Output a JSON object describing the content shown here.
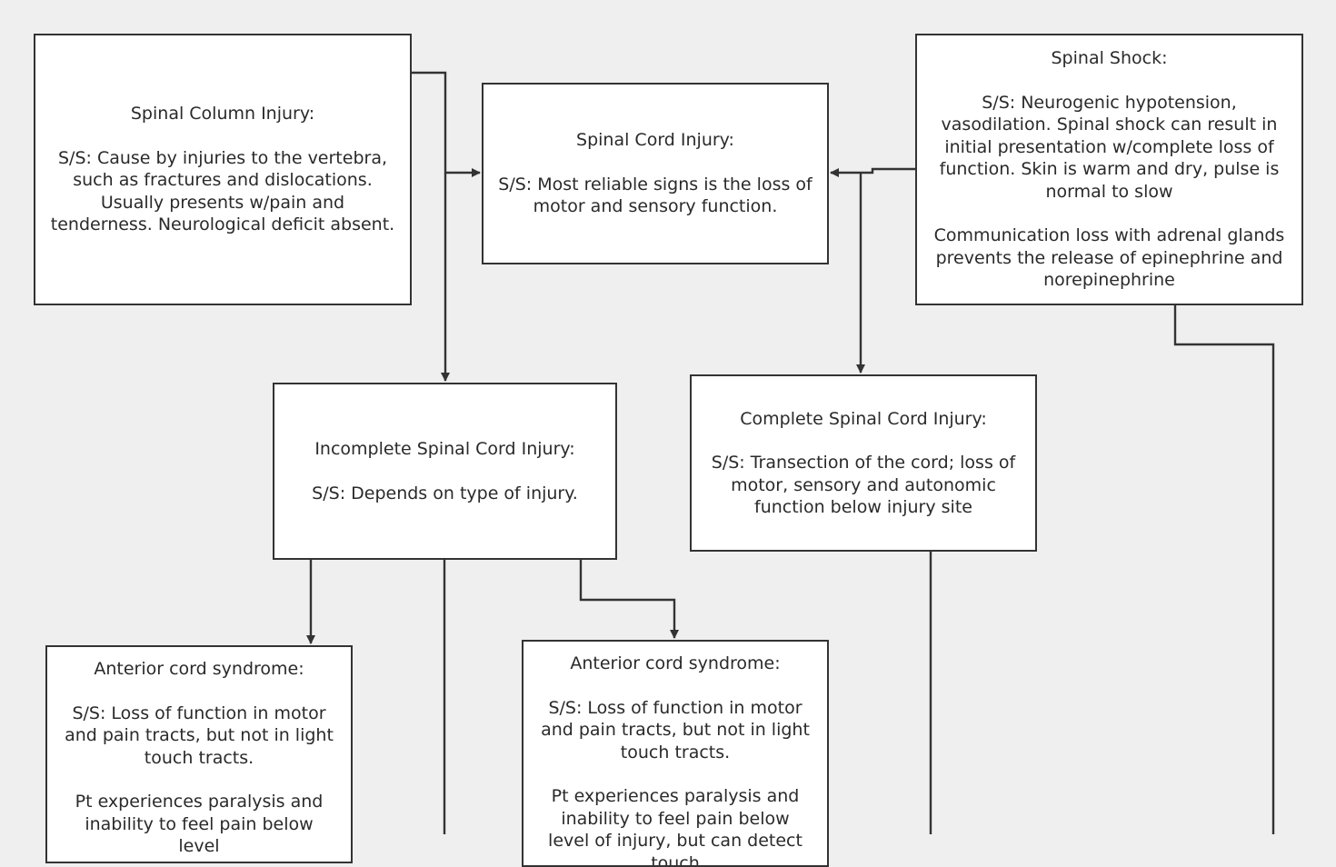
{
  "diagram": {
    "nodes": {
      "spinal_column_injury": {
        "title": "Spinal Column Injury:",
        "body": "S/S: Cause by injuries to the vertebra, such as fractures and dislocations.  Usually presents w/pain and tenderness.  Neurological deficit absent."
      },
      "spinal_cord_injury": {
        "title": "Spinal Cord Injury:",
        "body": "S/S: Most reliable signs is the loss of motor and sensory function."
      },
      "spinal_shock": {
        "title": "Spinal Shock:",
        "body": "S/S: Neurogenic hypotension, vasodilation. Spinal shock can result in initial presentation w/complete loss of function.  Skin is warm and dry, pulse is normal to slow",
        "note": "Communication loss with adrenal glands prevents the release of epinephrine and norepinephrine"
      },
      "incomplete_spinal_cord_injury": {
        "title": "Incomplete Spinal Cord Injury:",
        "body": "S/S: Depends on type of injury."
      },
      "complete_spinal_cord_injury": {
        "title": "Complete Spinal Cord Injury:",
        "body": "S/S: Transection of the cord; loss of motor, sensory and autonomic function below injury site"
      },
      "anterior_cord_syndrome_left": {
        "title": "Anterior cord syndrome:",
        "body": "S/S: Loss of function in motor and pain tracts, but not in light touch tracts.",
        "note": "Pt experiences paralysis and inability to feel pain below level"
      },
      "anterior_cord_syndrome_right": {
        "title": "Anterior cord syndrome:",
        "body": "S/S: Loss of function in motor and pain tracts, but not in light touch tracts.",
        "note": "Pt experiences paralysis and inability to feel pain below level of injury, but can detect touch"
      }
    },
    "colors": {
      "canvas": "#efefef",
      "node_fill": "#ffffff",
      "node_border": "#333333",
      "connector": "#333333",
      "text": "#2a2a2a"
    }
  }
}
